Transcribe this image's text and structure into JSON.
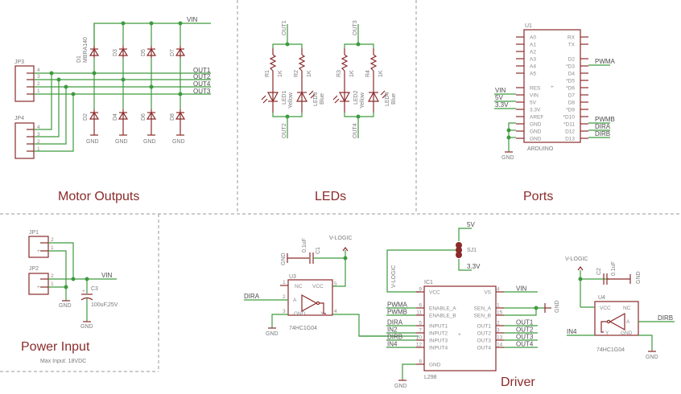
{
  "sections": {
    "motor_outputs": "Motor Outputs",
    "leds": "LEDs",
    "ports": "Ports",
    "power_input": "Power Input",
    "power_note": "Max Input: 18VDC",
    "driver": "Driver"
  },
  "motor": {
    "connectors": [
      "JP3",
      "JP4"
    ],
    "pin_nums": [
      "4",
      "3",
      "2",
      "1"
    ],
    "diodes_top": [
      "D1",
      "D3",
      "D5",
      "D7"
    ],
    "diodes_bottom": [
      "D2",
      "D4",
      "D6",
      "D8"
    ],
    "diode_value": "MBRA140",
    "nets": [
      "OUT1",
      "OUT2",
      "OUT4",
      "OUT3"
    ],
    "vin": "VIN",
    "gnd": "GND"
  },
  "leds": {
    "group1": {
      "top": "OUT1",
      "bottom": "OUT2",
      "r_left": "R1",
      "r_right": "R2",
      "led_left": "LED1",
      "led_right": "LED3",
      "color_left": "Yellow",
      "color_right": "Blue"
    },
    "group2": {
      "top": "OUT3",
      "bottom": "OUT4",
      "r_left": "R3",
      "r_right": "R4",
      "led_left": "LED2",
      "led_right": "LED4",
      "color_left": "Yellow",
      "color_right": "Blue"
    },
    "r_value": "1K"
  },
  "arduino": {
    "ref": "U1",
    "name": "ARDUINO",
    "left_pins": [
      "A0",
      "A1",
      "A2",
      "A3",
      "A4",
      "A5",
      "",
      "RES",
      "VIN",
      "5V",
      "3.3V",
      "AREF",
      "GND",
      "GND",
      "GND"
    ],
    "right_pins": [
      "RX",
      "TX",
      "",
      "D2",
      "*D3",
      "D4",
      "*D5",
      "*D6",
      "D7",
      "D8",
      "*D9",
      "*D10",
      "*D11",
      "D12",
      "D13"
    ],
    "nets_left": [
      "VIN",
      "5V",
      "3.3V"
    ],
    "nets_right": {
      "d3": "PWMA",
      "d11": "PWMB",
      "d12": "DIRA",
      "d13": "DIRB"
    },
    "gnd": "GND"
  },
  "power": {
    "connectors": [
      "JP1",
      "JP2"
    ],
    "pin2": "2",
    "pin1": "1",
    "cap": "C3",
    "cap_value": "100uF,25V",
    "vin": "VIN",
    "gnd": "GND"
  },
  "inv1": {
    "ref": "U3",
    "part": "74HC1G04",
    "cap": "C1",
    "cap_value": "0.1uF",
    "vlogic": "V-LOGIC",
    "in_net": "DIRA",
    "pins": {
      "nc": "NC",
      "vcc": "VCC",
      "a": "A",
      "gnd": "GND",
      "y": "Y",
      "n1": "1",
      "n2": "2",
      "n3": "3",
      "n4": "4",
      "n5": "5"
    },
    "gnd": "GND"
  },
  "inv2": {
    "ref": "U4",
    "part": "74HC1G04",
    "cap": "C2",
    "cap_value": "0.1uF",
    "vlogic": "V-LOGIC",
    "in_net": "IN4",
    "out_net": "DIRB",
    "gnd": "GND"
  },
  "driver": {
    "ref": "IC1",
    "part": "L298",
    "jumper": "SJ1",
    "j_top": "5V",
    "j_bottom": "3.3V",
    "vlogic": "V-LOGIC",
    "left_pins": [
      {
        "num": "9",
        "name": "VCC",
        "net": ""
      },
      {
        "num": "6",
        "name": "ENABLE_A",
        "net": "PWMA"
      },
      {
        "num": "11",
        "name": "ENABLE_B",
        "net": "PWMB"
      },
      {
        "num": "5",
        "name": "INPUT1",
        "net": "DIRA"
      },
      {
        "num": "7",
        "name": "INPUT2",
        "net": "IN2"
      },
      {
        "num": "10",
        "name": "INPUT3",
        "net": "DIRB"
      },
      {
        "num": "12",
        "name": "INPUT4",
        "net": "IN4"
      },
      {
        "num": "8",
        "name": "GND",
        "net": ""
      }
    ],
    "right_pins": [
      {
        "num": "4",
        "name": "VS",
        "net": "VIN"
      },
      {
        "num": "1",
        "name": "SEN_A",
        "net": ""
      },
      {
        "num": "15",
        "name": "SEN_B",
        "net": ""
      },
      {
        "num": "2",
        "name": "OUT1",
        "net": "OUT1"
      },
      {
        "num": "3",
        "name": "OUT2",
        "net": "OUT2"
      },
      {
        "num": "13",
        "name": "OUT3",
        "net": "OUT3"
      },
      {
        "num": "14",
        "name": "OUT4",
        "net": "OUT4"
      }
    ],
    "gnd": "GND"
  }
}
